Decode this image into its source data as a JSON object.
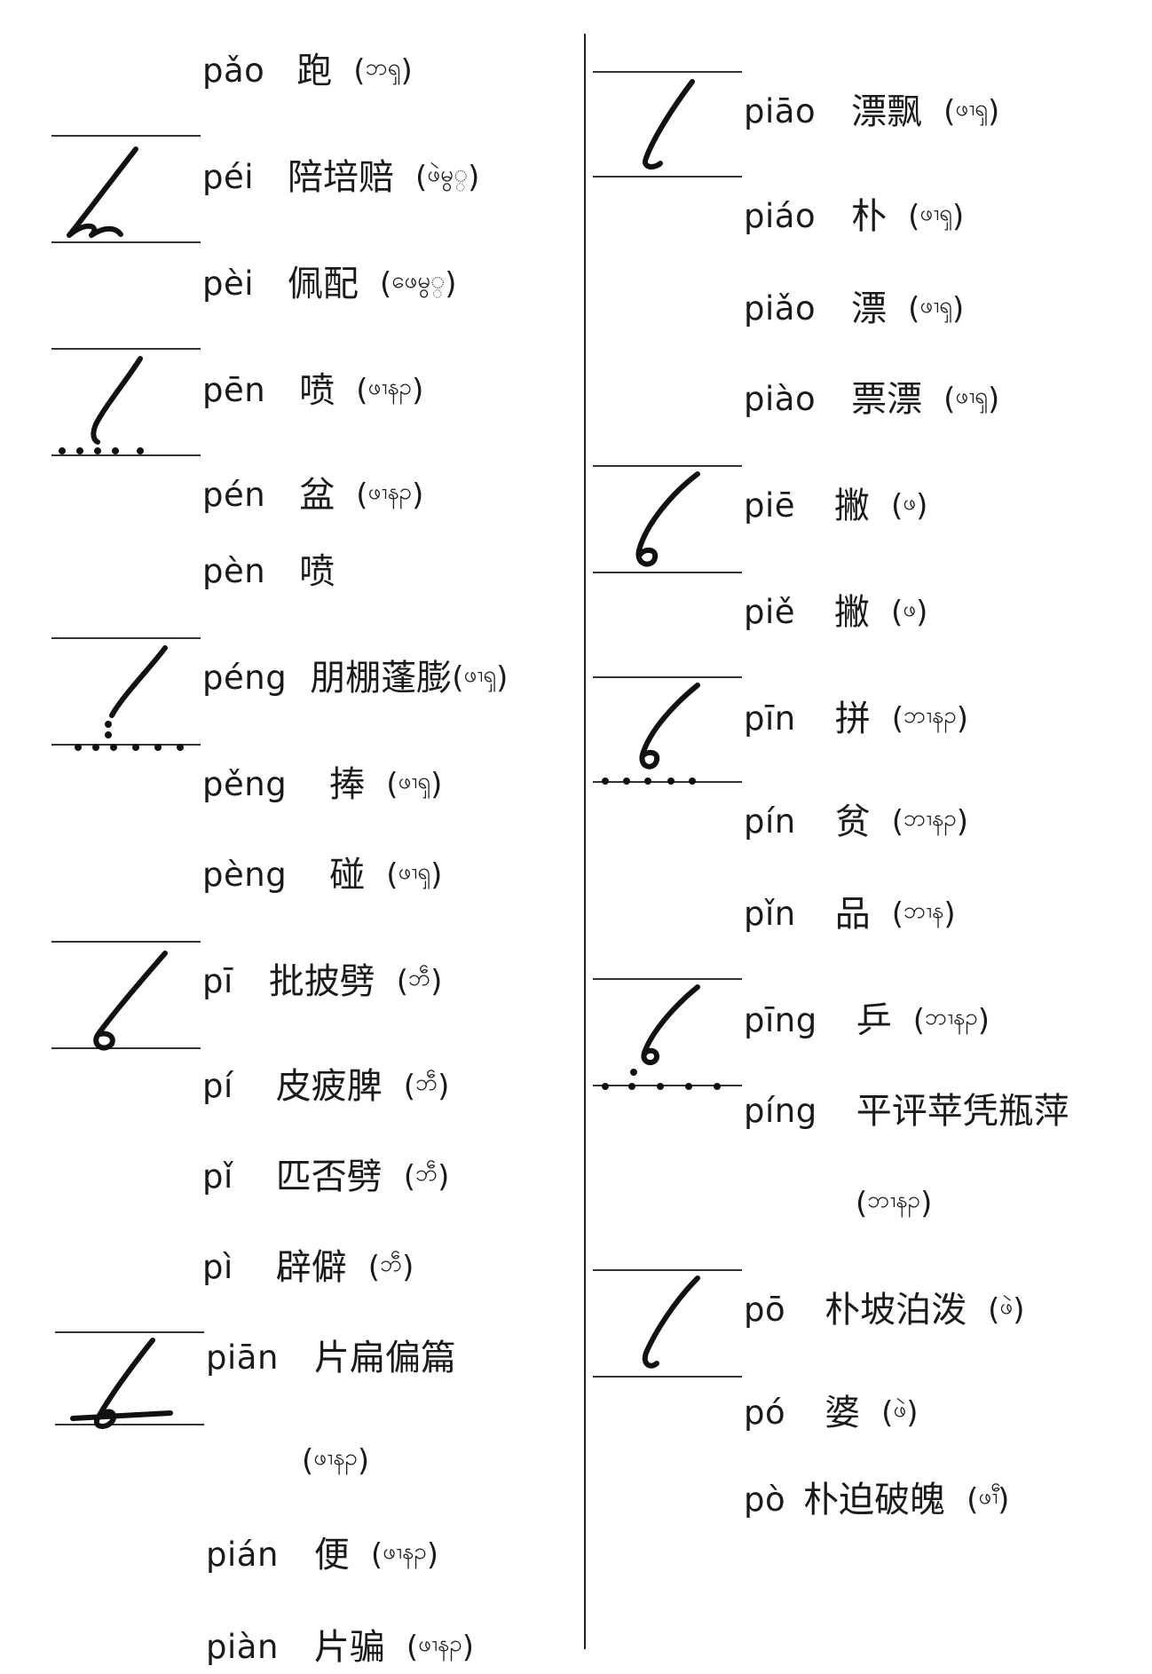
{
  "left_entries": [
    {
      "pinyin": "pǎo",
      "hanzi": "跑",
      "script": "ဘၡ"
    },
    {
      "pinyin": "péi",
      "hanzi": "陪培赔",
      "script": "ဖဲမွ္"
    },
    {
      "pinyin": "pèi",
      "hanzi": "佩配",
      "script": "ဖေမွ္"
    },
    {
      "pinyin": "pēn",
      "hanzi": "喷",
      "script": "ဖၢနၣ"
    },
    {
      "pinyin": "pén",
      "hanzi": "盆",
      "script": "ဖၢနၣ"
    },
    {
      "pinyin": "pèn",
      "hanzi": "喷",
      "script": ""
    },
    {
      "pinyin": "péng",
      "hanzi": "朋棚蓬膨",
      "script": "ဖၢၡ"
    },
    {
      "pinyin": "pěng",
      "hanzi": "捧",
      "script": "ဖၢၡ"
    },
    {
      "pinyin": "pèng",
      "hanzi": "碰",
      "script": "ဖၢၡ"
    },
    {
      "pinyin": "pī",
      "hanzi": "批披劈",
      "script": "ဘဵ"
    },
    {
      "pinyin": "pí",
      "hanzi": "皮疲脾",
      "script": "ဘဵ"
    },
    {
      "pinyin": "pǐ",
      "hanzi": "匹否劈",
      "script": "ဘဵ"
    },
    {
      "pinyin": "pì",
      "hanzi": "辟僻",
      "script": "ဘဵ"
    },
    {
      "pinyin": "piān",
      "hanzi": "片扁偏篇",
      "script": ""
    },
    {
      "pinyin": "",
      "hanzi": "",
      "script": "ဖၢနၣ"
    },
    {
      "pinyin": "pián",
      "hanzi": "便",
      "script": "ဖၢနၣ"
    },
    {
      "pinyin": "piàn",
      "hanzi": "片骗",
      "script": "ဖၢနၣ"
    }
  ],
  "right_entries": [
    {
      "pinyin": "piāo",
      "hanzi": "漂飘",
      "script": "ဖၢၡ"
    },
    {
      "pinyin": "piáo",
      "hanzi": "朴",
      "script": "ဖၢၡ"
    },
    {
      "pinyin": "piǎo",
      "hanzi": "漂",
      "script": "ဖၢၡ"
    },
    {
      "pinyin": "piào",
      "hanzi": "票漂",
      "script": "ဖၢၡ"
    },
    {
      "pinyin": "piē",
      "hanzi": "撇",
      "script": "ဖ"
    },
    {
      "pinyin": "piě",
      "hanzi": "撇",
      "script": "ဖ"
    },
    {
      "pinyin": "pīn",
      "hanzi": "拼",
      "script": "ဘၢနၣ"
    },
    {
      "pinyin": "pín",
      "hanzi": "贫",
      "script": "ဘၢနၣ"
    },
    {
      "pinyin": "pǐn",
      "hanzi": "品",
      "script": "ဘၢန"
    },
    {
      "pinyin": "pīng",
      "hanzi": "乒",
      "script": "ဘၢနၣ"
    },
    {
      "pinyin": "píng",
      "hanzi": "平评苹凭瓶萍",
      "script": ""
    },
    {
      "pinyin": "",
      "hanzi": "",
      "script": "ဘၢနၣ"
    },
    {
      "pinyin": "pō",
      "hanzi": "朴坡泊泼",
      "script": "ဖဲ"
    },
    {
      "pinyin": "pó",
      "hanzi": "婆",
      "script": "ဖဲ"
    },
    {
      "pinyin": "pò",
      "hanzi": "朴迫破魄",
      "script": "ဖၢဵ"
    }
  ],
  "open_paren": "（",
  "close_paren": "）",
  "open_paren_ascii": "(",
  "close_paren_ascii": ")"
}
